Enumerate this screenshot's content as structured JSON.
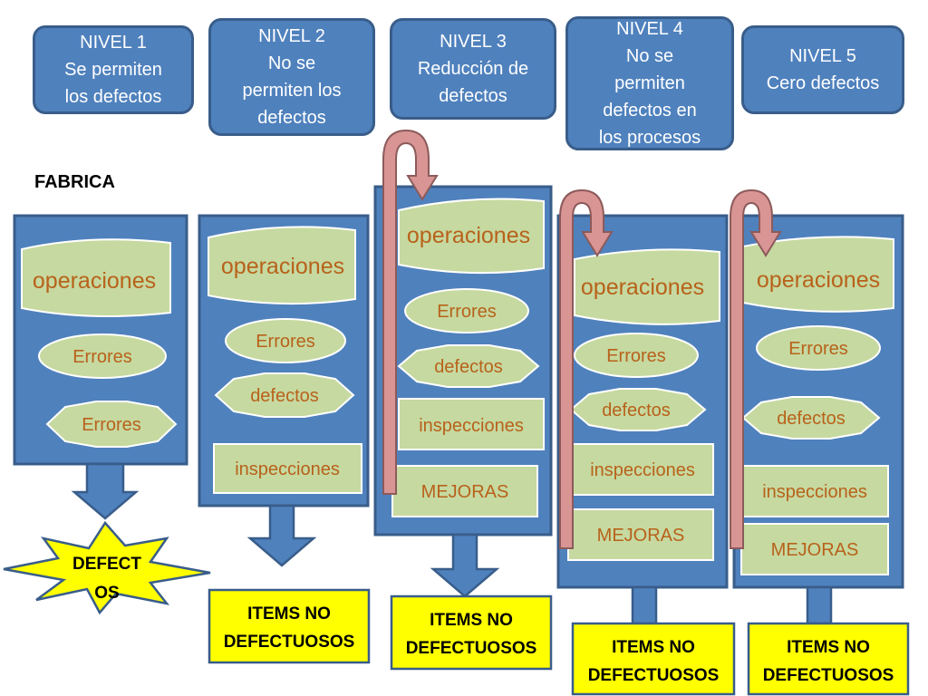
{
  "levels": [
    {
      "line1": "NIVEL 1",
      "line2": "Se permiten\nlos defectos"
    },
    {
      "line1": "NIVEL 2",
      "line2": "No se\npermiten los\ndefectos"
    },
    {
      "line1": "NIVEL 3",
      "line2": "Reducción de\ndefectos"
    },
    {
      "line1": "NIVEL 4",
      "line2": "No se\npermiten\ndefectos en\nlos procesos"
    },
    {
      "line1": "NIVEL  5",
      "line2": "Cero defectos"
    }
  ],
  "fabrica_label": "FABRICA",
  "columns": [
    {
      "operaciones": "operaciones",
      "errores": "Errores",
      "second": "Errores",
      "output_line1": "DEFECT",
      "output_line2": "OS"
    },
    {
      "operaciones": "operaciones",
      "errores": "Errores",
      "defectos": "defectos",
      "inspecciones": "inspecciones",
      "output_line1": "ITEMS NO",
      "output_line2": "DEFECTUOSOS"
    },
    {
      "operaciones": "operaciones",
      "errores": "Errores",
      "defectos": "defectos",
      "inspecciones": "inspecciones",
      "mejoras": "MEJORAS",
      "output_line1": "ITEMS NO",
      "output_line2": "DEFECTUOSOS"
    },
    {
      "operaciones": "operaciones",
      "errores": "Errores",
      "defectos": "defectos",
      "inspecciones": "inspecciones",
      "mejoras": "MEJORAS",
      "output_line1": "ITEMS NO",
      "output_line2": "DEFECTUOSOS"
    },
    {
      "operaciones": "operaciones",
      "errores": "Errores",
      "defectos": "defectos",
      "inspecciones": "inspecciones",
      "mejoras": "MEJORAS",
      "output_line1": "ITEMS NO",
      "output_line2": "DEFECTUOSOS"
    }
  ],
  "colors": {
    "blue_fill": "#4f81bd",
    "blue_stroke": "#395d8a",
    "green_fill": "#c6d9a0",
    "text_brown": "#b8621b",
    "yellow": "#ffff00",
    "pink_arrow": "#d99594"
  }
}
